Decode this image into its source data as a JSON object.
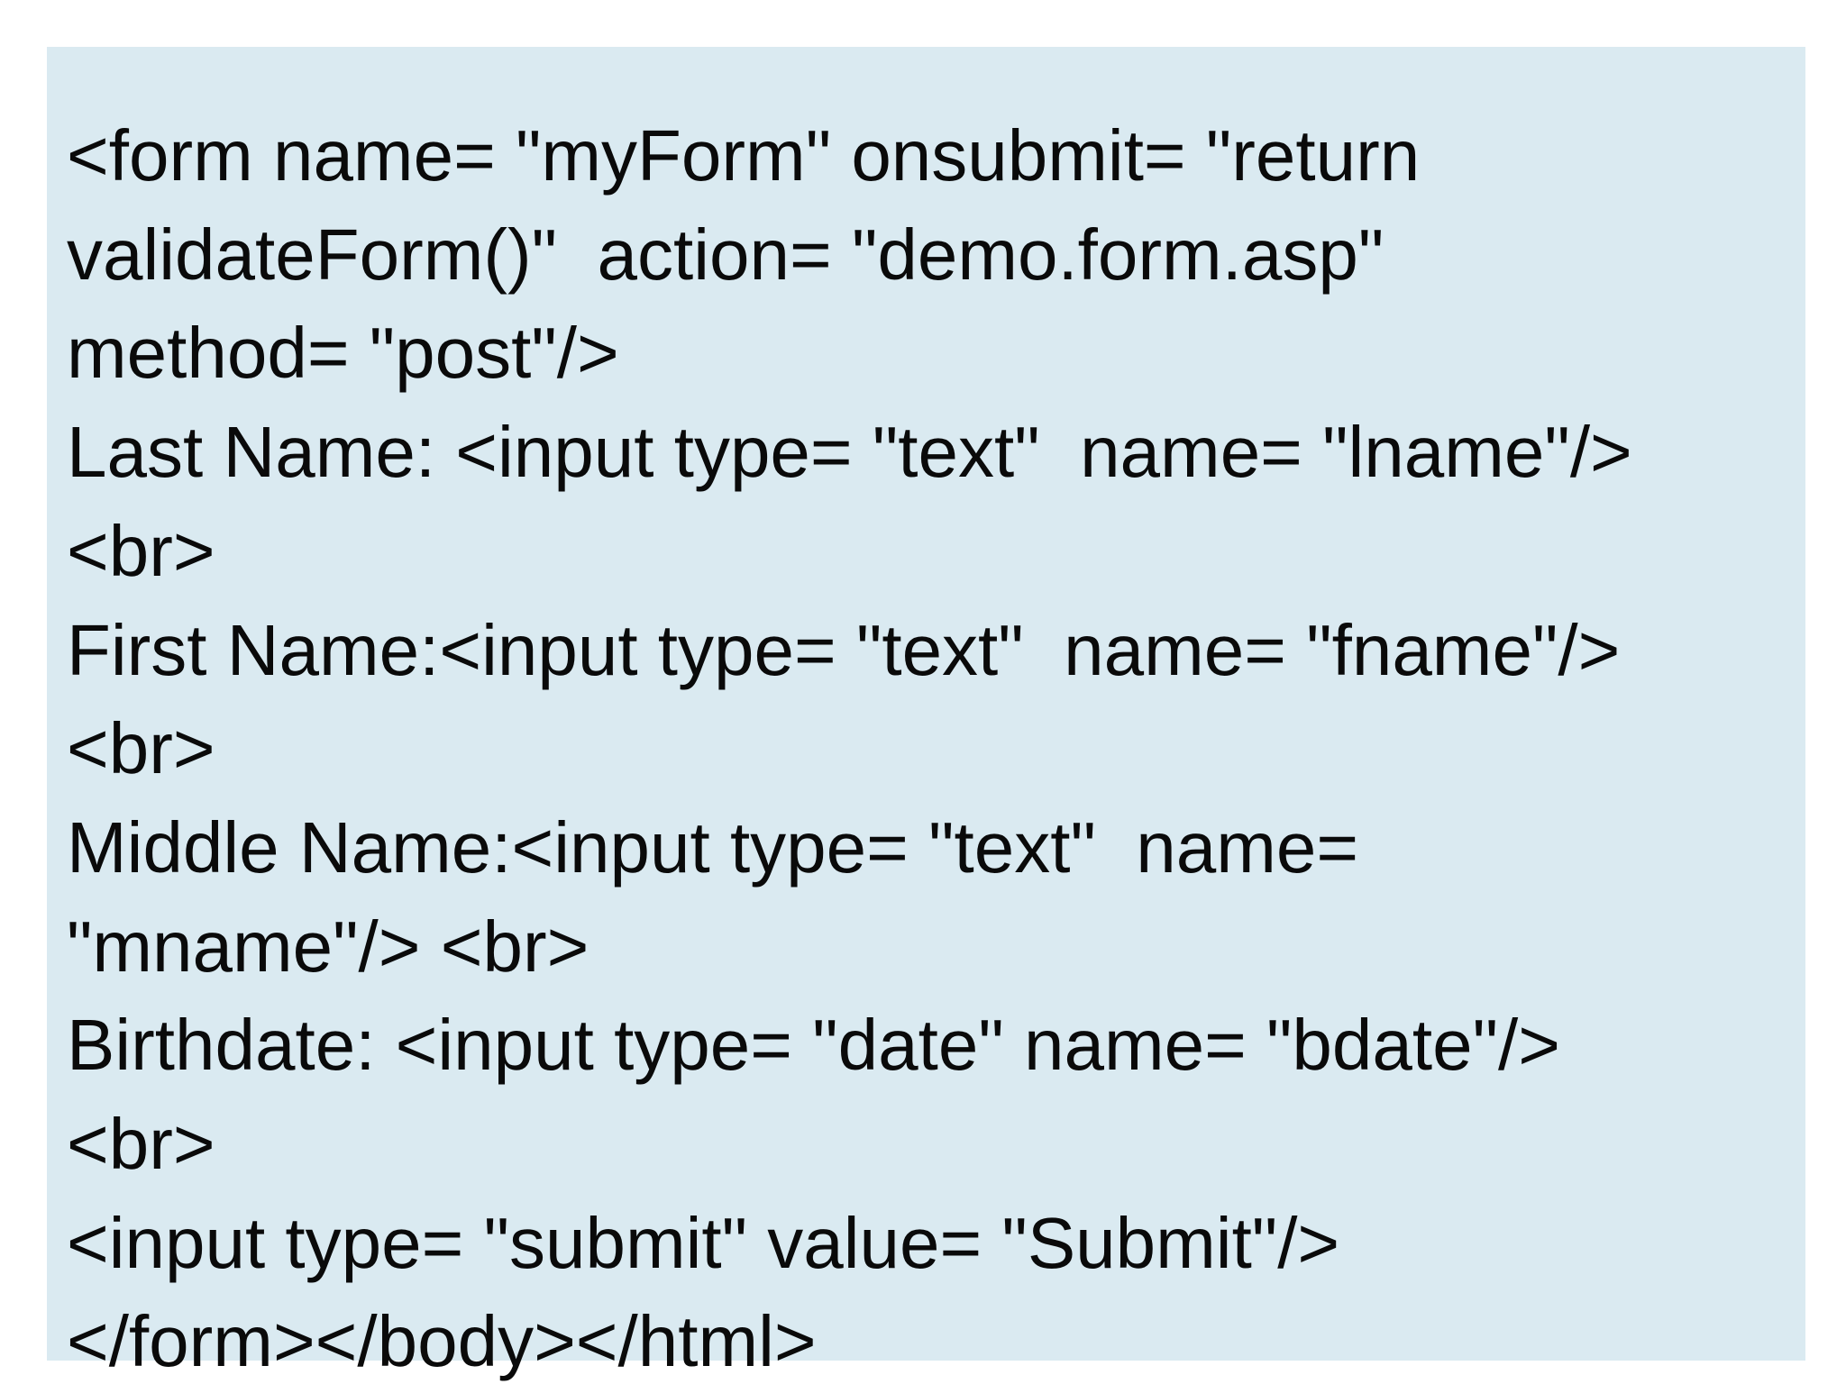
{
  "code_lines": [
    "<form name= \"myForm\" onsubmit= \"return",
    "validateForm()\"  action= \"demo.form.asp\"",
    "method= \"post\"/>",
    "Last Name: <input type= \"text\"  name= \"lname\"/>",
    "<br>",
    "First Name:<input type= \"text\"  name= \"fname\"/>",
    "<br>",
    "Middle Name:<input type= \"text\"  name=",
    "\"mname\"/> <br>",
    "Birthdate: <input type= \"date\" name= \"bdate\"/>",
    "<br>",
    "<input type= \"submit\" value= \"Submit\"/>",
    "</form></body></html>"
  ],
  "colors": {
    "box_background": "#daeaf1",
    "text": "#0a0a0a",
    "page_background": "#ffffff"
  }
}
